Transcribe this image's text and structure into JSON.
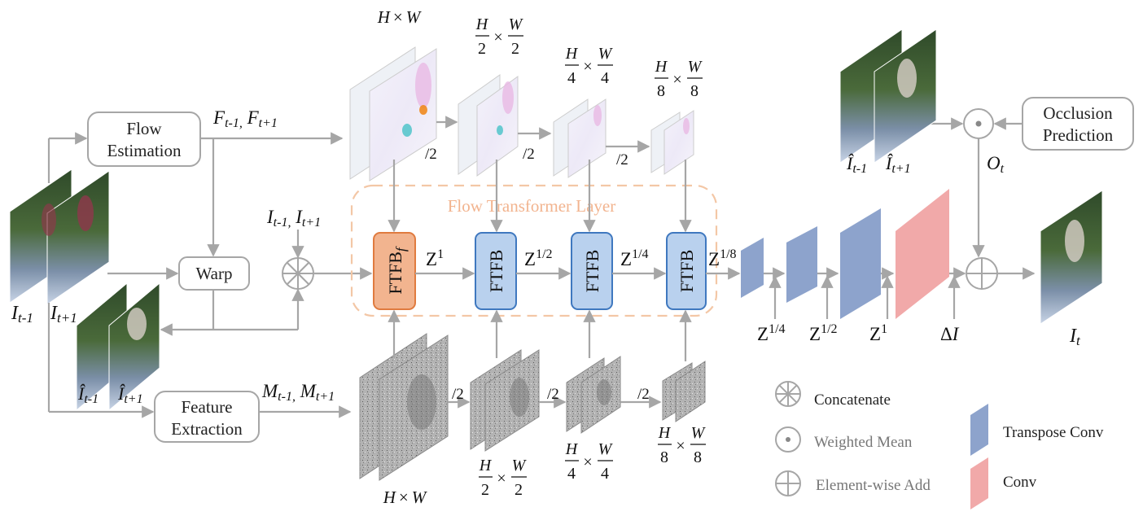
{
  "boxes": {
    "flow_estimation": [
      "Flow",
      "Estimation"
    ],
    "warp": "Warp",
    "feature_extraction": [
      "Feature",
      "Extraction"
    ],
    "occlusion_prediction": [
      "Occlusion",
      "Prediction"
    ]
  },
  "ftfb": {
    "first": "FTFB",
    "first_sub": "f",
    "blocks": [
      "FTFB",
      "FTFB",
      "FTFB"
    ]
  },
  "flow_transformer_layer_label": "Flow Transformer Layer",
  "labels": {
    "input_frames": [
      "I",
      "t-1",
      "I",
      "t+1"
    ],
    "warped_frames_left": [
      "Î",
      "t-1",
      "Î",
      "t+1"
    ],
    "warped_frames_right": [
      "Î",
      "t-1",
      "Î",
      "t+1"
    ],
    "flows": "F t-1, F t+1",
    "concat_input": "I t-1, I t+1",
    "features": "M t-1, M t+1",
    "occlusion": "O t",
    "output": "I t",
    "divide_by_two": "/2",
    "flow_scales": [
      {
        "num1": "H",
        "op": "×",
        "num2": "W",
        "den1": "",
        "den2": ""
      },
      {
        "num1": "H",
        "op": "×",
        "num2": "W",
        "den1": "2",
        "den2": "2"
      },
      {
        "num1": "H",
        "op": "×",
        "num2": "W",
        "den1": "4",
        "den2": "4"
      },
      {
        "num1": "H",
        "op": "×",
        "num2": "W",
        "den1": "8",
        "den2": "8"
      }
    ],
    "feature_scales": [
      {
        "num1": "H",
        "op": "×",
        "num2": "W",
        "den1": "",
        "den2": ""
      },
      {
        "num1": "H",
        "op": "×",
        "num2": "W",
        "den1": "2",
        "den2": "2"
      },
      {
        "num1": "H",
        "op": "×",
        "num2": "W",
        "den1": "4",
        "den2": "4"
      },
      {
        "num1": "H",
        "op": "×",
        "num2": "W",
        "den1": "8",
        "den2": "8"
      }
    ],
    "z_between_blocks": [
      {
        "base": "Z",
        "exp": "1"
      },
      {
        "base": "Z",
        "exp": "1/2"
      },
      {
        "base": "Z",
        "exp": "1/4"
      },
      {
        "base": "Z",
        "exp": "1/8"
      }
    ],
    "decoder_inputs": [
      {
        "base": "Z",
        "exp": "1/4"
      },
      {
        "base": "Z",
        "exp": "1/2"
      },
      {
        "base": "Z",
        "exp": "1"
      },
      {
        "base": "ΔI",
        "exp": ""
      }
    ]
  },
  "legend": {
    "concatenate": "Concatenate",
    "weighted_mean": "Weighted Mean",
    "element_wise_add": "Element-wise Add",
    "transpose_conv": "Transpose Conv",
    "conv": "Conv"
  },
  "colors": {
    "arrow": "#a6a6a6",
    "ftfb_f_fill": "#f2b48f",
    "ftfb_f_stroke": "#e07b3f",
    "ftfb_fill": "#b9d1ee",
    "ftfb_stroke": "#3f78bf",
    "flow_layer_dash": "#f3c7a6",
    "flow_layer_text": "#f2b48f",
    "transpose_conv": "#8da3cc",
    "conv": "#f1a9a9"
  }
}
